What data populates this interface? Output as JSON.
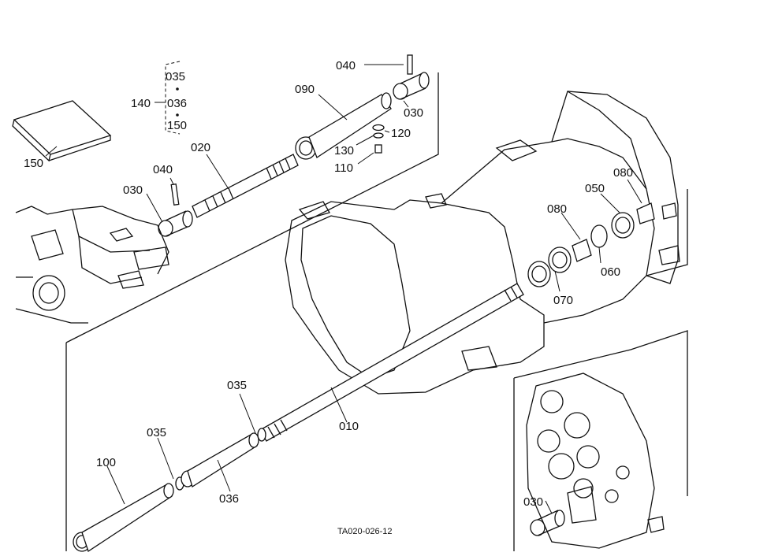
{
  "figure": {
    "code": "TA020-026-12"
  },
  "callouts": {
    "c150_book": "150",
    "c140": "140",
    "c035_top": "035",
    "c036_top": "036",
    "c150_top": "150",
    "c040_upper": "040",
    "c090": "090",
    "c030_upper": "030",
    "c120": "120",
    "c130": "130",
    "c110": "110",
    "c020": "020",
    "c040_lower": "040",
    "c030_left": "030",
    "c080_right": "080",
    "c050": "050",
    "c080_mid": "080",
    "c060": "060",
    "c070": "070",
    "c035_mid": "035",
    "c010": "010",
    "c035_low": "035",
    "c100": "100",
    "c036_low": "036",
    "c030_inset": "030"
  }
}
